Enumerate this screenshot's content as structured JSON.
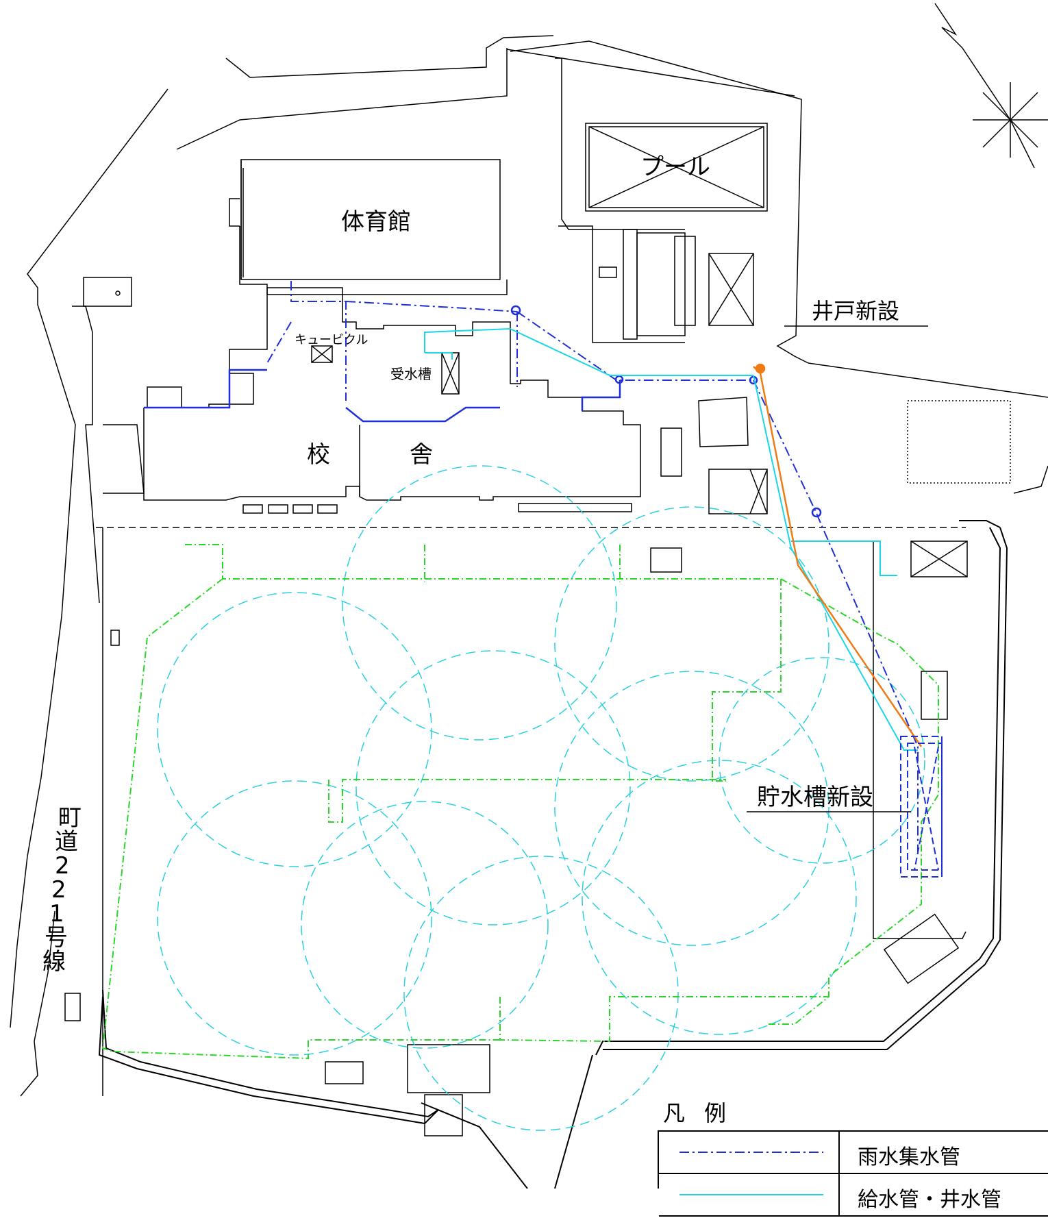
{
  "labels": {
    "gym": "体育館",
    "pool": "プール",
    "well": "井戸新設",
    "cubicle": "キュービクル",
    "water_tank": "受水槽",
    "school_a": "校",
    "school_b": "舎",
    "storage": "貯水槽新設",
    "road": [
      "町",
      "道",
      "2",
      "2",
      "1",
      "号",
      "線"
    ]
  },
  "legend": {
    "title": "凡例",
    "items": [
      {
        "label": "雨水集水管",
        "style": "dash-dot",
        "color": "#1f2fd6"
      },
      {
        "label": "給水管・井水管",
        "style": "solid",
        "color": "#1ad6e6"
      }
    ]
  },
  "colors": {
    "rain": "#1f2fd6",
    "supply": "#1ad6e6",
    "well": "#f07a14",
    "sprinkler": "#2ad62a",
    "spray": "#2ad0e0",
    "building": "#000000"
  }
}
